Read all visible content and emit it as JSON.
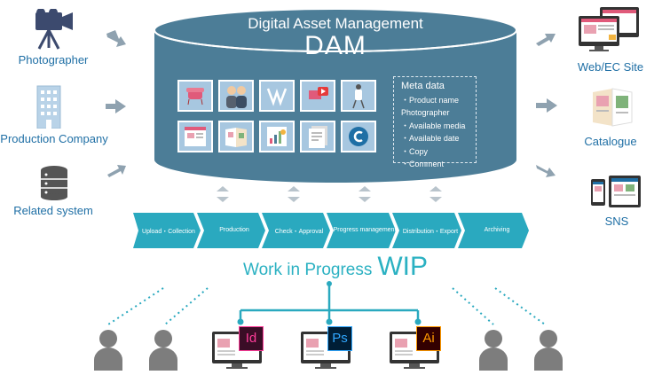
{
  "sources": [
    {
      "label": "Photographer",
      "icon": "video-camera-icon"
    },
    {
      "label": "Production Company",
      "icon": "office-building-icon"
    },
    {
      "label": "Related system",
      "icon": "database-icon"
    }
  ],
  "dam": {
    "subtitle": "Digital Asset Management",
    "title": "DAM",
    "thumbnails": [
      "chair-image-icon",
      "couple-photo-icon",
      "vip-logo-icon",
      "video-play-icon",
      "mannequin-icon",
      "web-page-icon",
      "brochure-icon",
      "chart-sheet-icon",
      "document-stack-icon",
      "copyright-icon"
    ]
  },
  "meta": {
    "title": "Meta data",
    "items": [
      "・Product name",
      "Photographer",
      "・Available media",
      "・Available date",
      "・Copy",
      "・Comment"
    ]
  },
  "outputs": [
    {
      "label": "Web/EC Site",
      "icon": "web-ec-site-icon"
    },
    {
      "label": "Catalogue",
      "icon": "catalogue-icon"
    },
    {
      "label": "SNS",
      "icon": "mobile-devices-icon"
    }
  ],
  "stages": [
    "Upload・Collection",
    "Production",
    "Check・Approval",
    "Progress management",
    "Distribution・Export",
    "Archiving"
  ],
  "wip": {
    "small": "Work in Progress",
    "big": "WIP"
  },
  "apps": [
    {
      "label": "Id",
      "color": "#3a0d26",
      "text_color": "#ff3d9a"
    },
    {
      "label": "Ps",
      "color": "#001e36",
      "text_color": "#31a8ff"
    },
    {
      "label": "Ai",
      "color": "#330000",
      "text_color": "#ff9a00"
    }
  ],
  "colors": {
    "cylinder": "#4c7d97",
    "cylinder_top": "#ffffff",
    "arrow": "#8fa2b0",
    "brand": "#1f6fa5",
    "stage_bar": "#2aa9bf",
    "wip": "#2bb1c2",
    "person": "#7d7d7d"
  }
}
